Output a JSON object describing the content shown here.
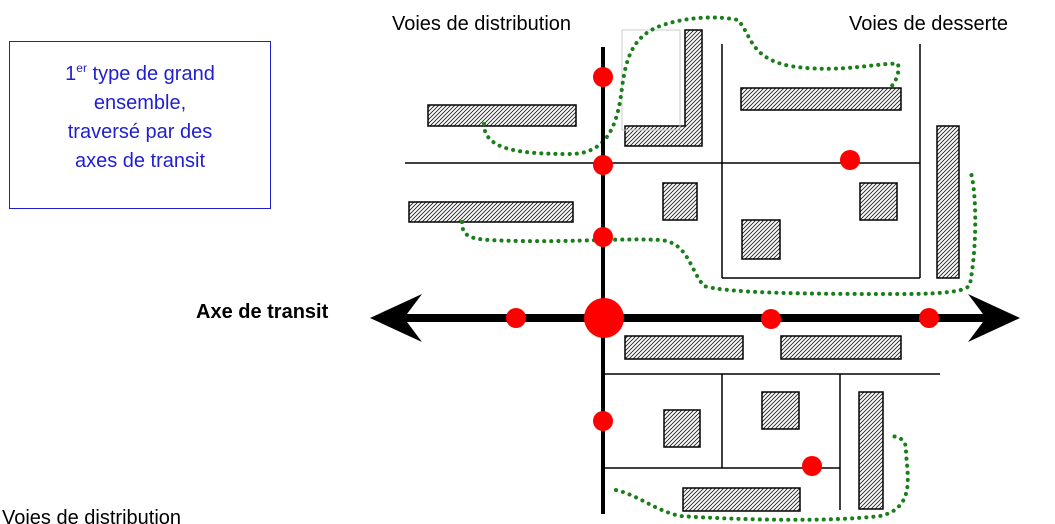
{
  "labels": {
    "distribution_top": "Voies de distribution",
    "desserte_top": "Voies  de desserte",
    "transit": "Axe de transit",
    "distribution_bottom": "Voies de distribution"
  },
  "info_box": {
    "line1_num": "1",
    "line1_sup": "er",
    "line1_rest": " type de grand",
    "line2": "ensemble,",
    "line3": "traversé par des",
    "line4": "axes de transit"
  },
  "colors": {
    "box_text": "#1f1fd0",
    "box_border": "#1f1fd0",
    "node": "#ff0000",
    "boundary": "#1a7f1a",
    "road": "#000000"
  }
}
